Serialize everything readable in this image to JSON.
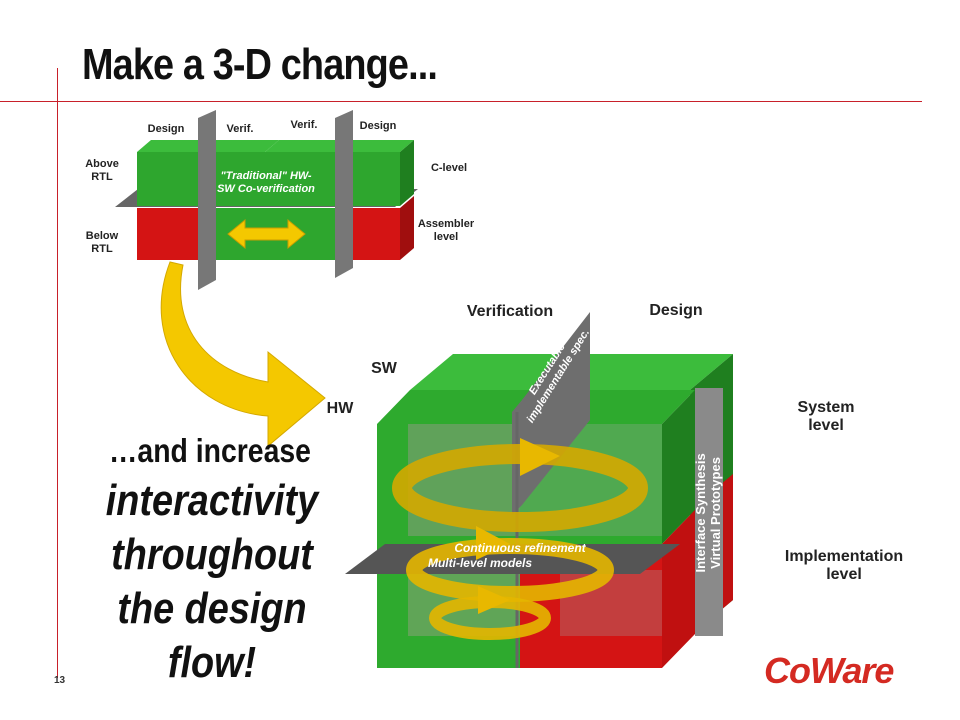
{
  "title": "Make a 3-D change...",
  "page_number": "13",
  "logo": {
    "first": "Co",
    "second": "Ware"
  },
  "top_diagram": {
    "col_labels": [
      "Design",
      "Verif.",
      "Verif.",
      "Design"
    ],
    "above_rtl": [
      "Above",
      "RTL"
    ],
    "below_rtl": [
      "Below",
      "RTL"
    ],
    "c_level": "C-level",
    "assembler_level": [
      "Assembler",
      "level"
    ],
    "traditional": [
      "\"Traditional\" HW-",
      "SW Co-verification"
    ]
  },
  "main_diagram": {
    "verification": "Verification",
    "design": "Design",
    "sw": "SW",
    "hw": "HW",
    "system_level": [
      "System",
      "level"
    ],
    "implementation_level": [
      "Implementation",
      "level"
    ],
    "executable_spec": [
      "Executable",
      "implementable spec."
    ],
    "interface_synthesis": [
      "Interface Synthesis",
      "Virtual Prototypes"
    ],
    "continuous_refinement": "Continuous refinement",
    "multi_level_models": "Multi-level models"
  },
  "tagline": {
    "line1": "…and increase",
    "line2": "interactivity",
    "line3": "throughout",
    "line4": "the design",
    "line5": "flow!"
  },
  "colors": {
    "green": "#2eaa2e",
    "dark_green": "#1f7f1f",
    "red": "#d41414",
    "grey": "#777777",
    "yellow": "#f3c600",
    "accent": "#c8202a"
  }
}
